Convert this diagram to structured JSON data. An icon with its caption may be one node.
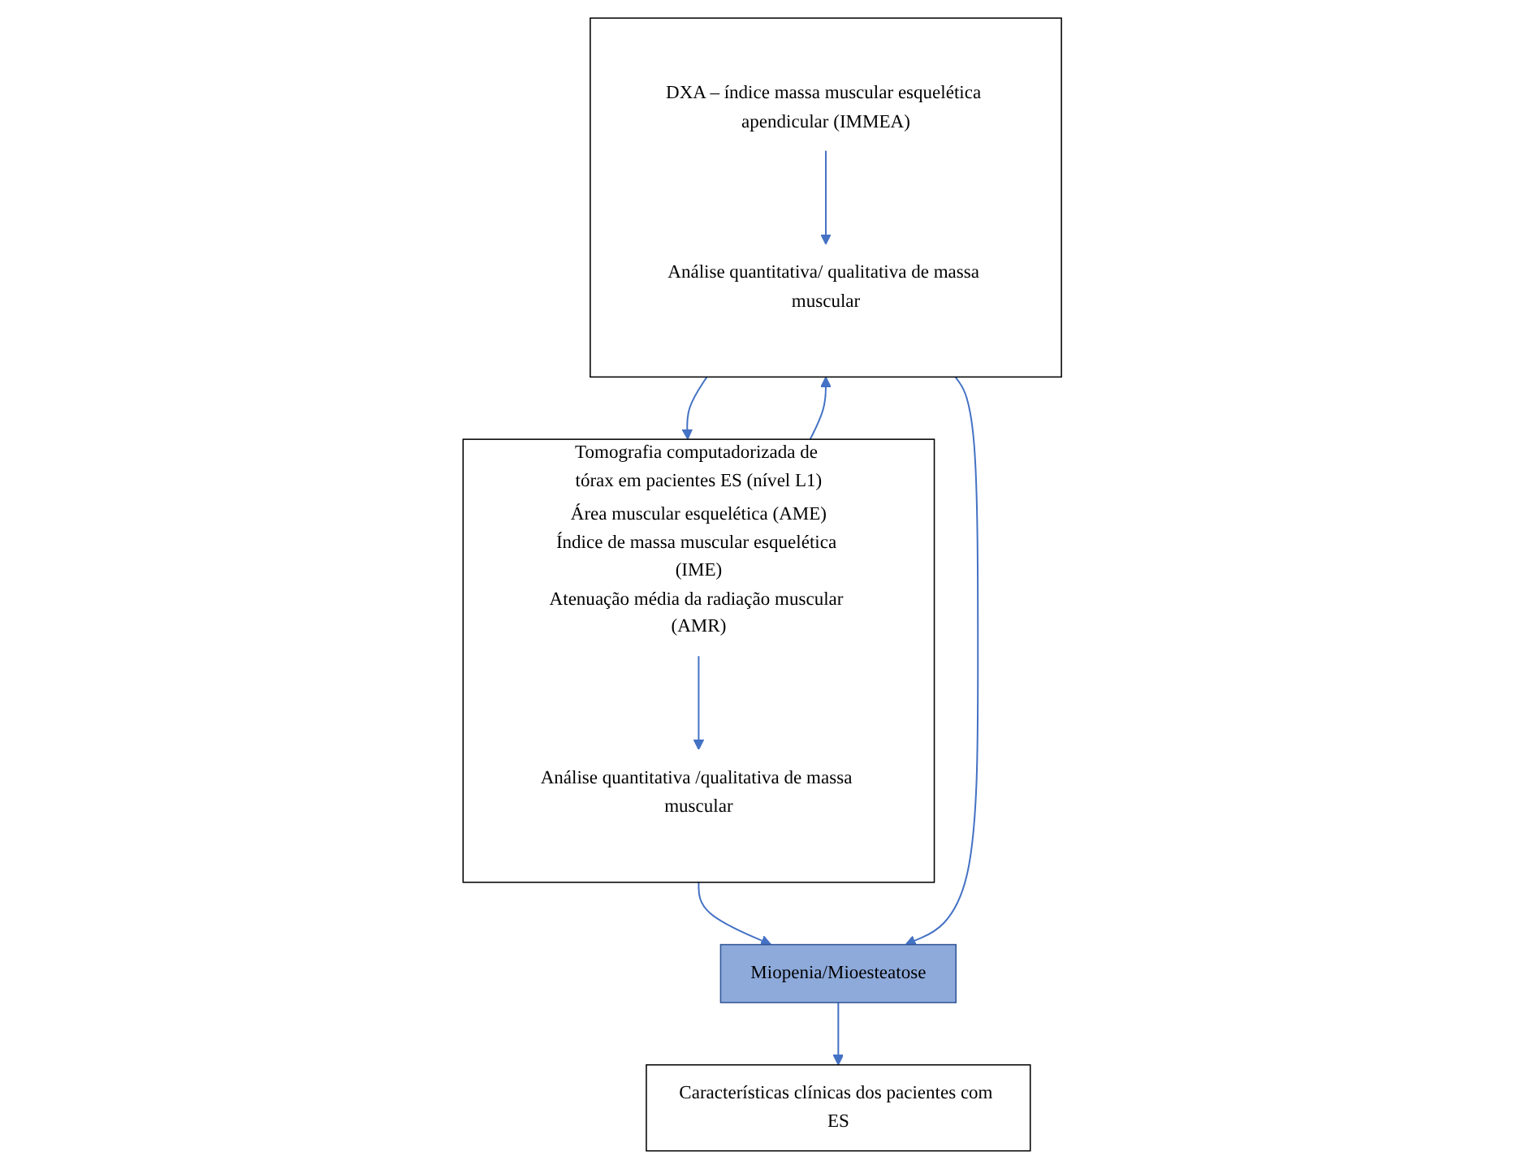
{
  "diagram": {
    "nodes": [
      {
        "text": [
          "Tomografia computadorizada de tórax em pacientes ES (nível L1)"
        ]
      },
      {
        "text": [
          "Área muscular esquelética (AME)",
          "Índice de massa muscular esquelética (IME)",
          "Atenuação média da radiação muscular (AMR)"
        ],
        "in": 0
      },
      {
        "text": [
          "Análise quantitativa /qualitativa de massa muscular"
        ],
        "in": 0
      },
      {
        "text": [],
        "shape": "box"
      },
      {
        "text": [
          "DXA – índice massa muscular esquelética apendicular (IMMEA)"
        ],
        "in": 3
      },
      {
        "text": [
          "Análise quantitativa/ qualitativa de massa muscular"
        ],
        "in": 3
      },
      {
        "text": [
          "Miopenia/Mioesteatose"
        ]
      },
      {
        "text": [
          "Características clínicas dos pacientes com ES"
        ]
      }
    ],
    "edges": [
      {
        "from": 0,
        "to": 3,
        "arrow": "to"
      },
      {
        "from": 3,
        "to": 0,
        "arrow": "to"
      },
      {
        "from": 1,
        "to": 2,
        "arrow": "to"
      },
      {
        "from": 4,
        "to": 5,
        "arrow": "to"
      },
      {
        "from": 0,
        "to": 6,
        "arrow": "to"
      },
      {
        "from": 3,
        "to": 6,
        "arrow": "to"
      },
      {
        "from": 6,
        "to": 7,
        "arrow": "to"
      }
    ]
  }
}
